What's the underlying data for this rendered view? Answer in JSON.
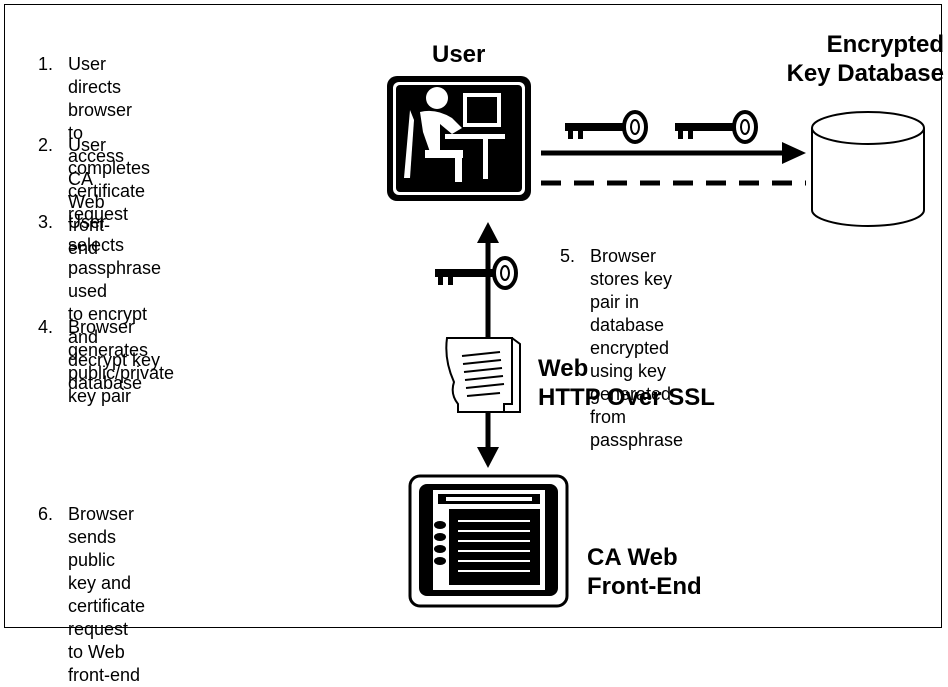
{
  "steps": [
    {
      "num": "1.",
      "lines": [
        "User directs browser to access",
        "CA Web front-end"
      ]
    },
    {
      "num": "2.",
      "lines": [
        "User completes certificate",
        "request"
      ]
    },
    {
      "num": "3.",
      "lines": [
        "User selects passphrase used",
        "to encrypt and decrypt key",
        "database"
      ]
    },
    {
      "num": "4.",
      "lines": [
        "Browser generates",
        "public/private key pair"
      ]
    },
    {
      "num": "5.",
      "lines": [
        "Browser stores key pair in",
        "database encrypted using key",
        "generated from passphrase"
      ]
    },
    {
      "num": "6.",
      "lines": [
        "Browser sends public key and",
        "certificate request to Web",
        "front-end"
      ]
    }
  ],
  "labels": {
    "user": "User",
    "key_db": [
      "Encrypted",
      "Key Database"
    ],
    "web": [
      "Web",
      "HTTP Over SSL"
    ],
    "ca": [
      "CA Web",
      "Front-End"
    ]
  }
}
